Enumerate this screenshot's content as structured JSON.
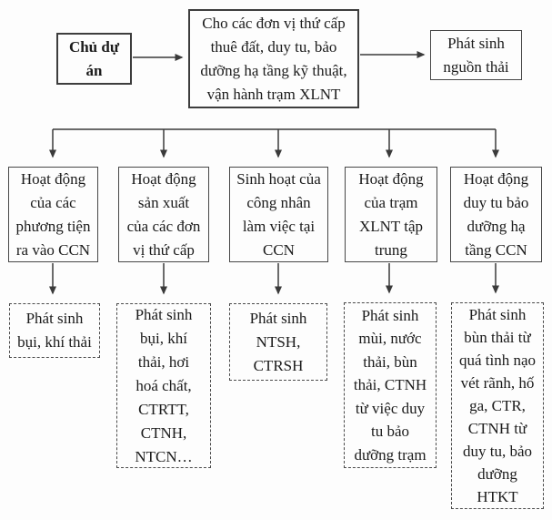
{
  "diagram": {
    "title": "Sơ đồ phát sinh nguồn thải",
    "colors": {
      "background": "#fdfdfd",
      "line": "#3a3a3a",
      "border_solid": "#3d3d3d",
      "border_dashed": "#4a4a4a",
      "text": "#1b1b1b"
    },
    "top": {
      "owner": "Chủ dự\nán",
      "activity": "Cho các đơn vị thứ cấp\nthuê đất, duy tu, bảo\ndưỡng hạ tầng kỹ thuật,\nvận hành trạm XLNT",
      "result": "Phát sinh\nnguồn thải"
    },
    "activities": [
      {
        "label": "Hoạt động\ncủa các\nphương tiện\nra vào CCN"
      },
      {
        "label": "Hoạt động\nsản xuất\ncủa các đơn\nvị thứ cấp"
      },
      {
        "label": "Sinh hoạt của\ncông nhân\nlàm việc tại\nCCN"
      },
      {
        "label": "Hoạt động\ncủa trạm\nXLNT tập\ntrung"
      },
      {
        "label": "Hoạt động\nduy tu bảo\ndưỡng hạ\ntầng CCN"
      }
    ],
    "outputs": [
      {
        "label": "Phát sinh\nbụi, khí thải"
      },
      {
        "label": "Phát sinh\nbụi, khí\nthải, hơi\nhoá chất,\nCTRTT,\nCTNH,\nNTCN…"
      },
      {
        "label": "Phát sinh\nNTSH,\nCTRSH"
      },
      {
        "label": "Phát sinh\nmùi, nước\nthải, bùn\nthải, CTNH\ntừ việc duy\ntu bảo\ndưỡng trạm"
      },
      {
        "label": "Phát sinh\nbùn thải từ\nquá tình nạo\nvét rãnh, hố\nga, CTR,\nCTNH từ\nduy tu, bảo\ndưỡng\nHTKT"
      }
    ]
  }
}
